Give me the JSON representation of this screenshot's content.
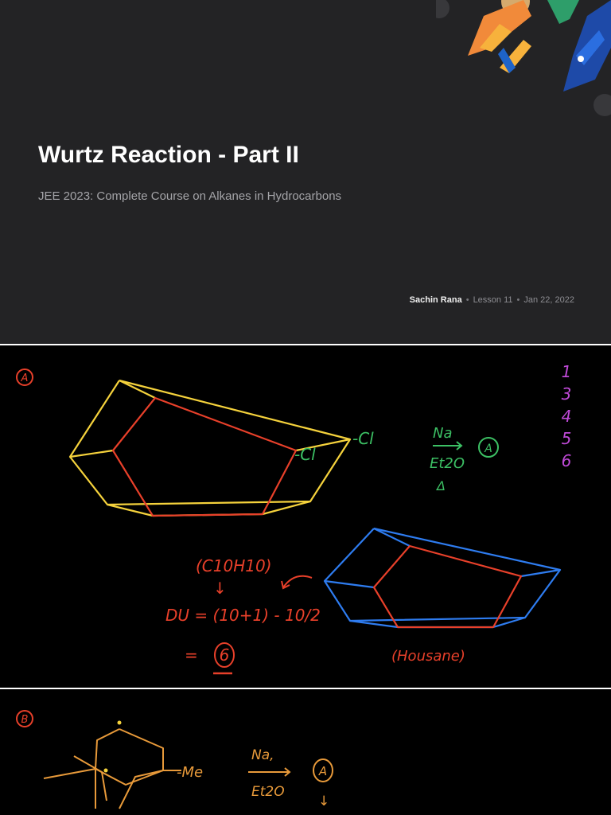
{
  "header": {
    "title": "Wurtz Reaction - Part II",
    "subtitle": "JEE 2023: Complete Course on Alkanes in Hydrocarbons",
    "author": "Sachin Rana",
    "lesson": "Lesson 11",
    "date": "Jan 22, 2022",
    "separator": "•"
  },
  "colors": {
    "title_bg": "#232325",
    "board_bg": "#000000",
    "yellow": "#f5d23c",
    "red": "#e8402a",
    "green": "#3cc064",
    "blue": "#2e7cf0",
    "magenta": "#c04ad8",
    "orange": "#e89a3a"
  },
  "board_a": {
    "label": "A",
    "substituent_1": "-Cl",
    "substituent_2": "-Cl",
    "reagent_top": "Na",
    "reagent_bottom": "Et2O",
    "heat_symbol": "Δ",
    "product_label": "A",
    "list": [
      "1",
      "3",
      "4",
      "5",
      "6"
    ],
    "formula": "(C10H10)",
    "arrow_down": "↓",
    "du_line": "DU = (10+1) - 10/2",
    "du_numerator": "10",
    "du_denominator": "2",
    "result_equals": "=",
    "result_value": "6",
    "product_name": "(Housane)"
  },
  "board_b": {
    "label": "B",
    "substituent": "-Me",
    "reagent_top": "Na,",
    "reagent_bottom": "Et2O",
    "product_label": "A",
    "arrow_down": "↓"
  },
  "icons": [
    "rocket-decoration-icon",
    "heat-triangle-icon"
  ]
}
